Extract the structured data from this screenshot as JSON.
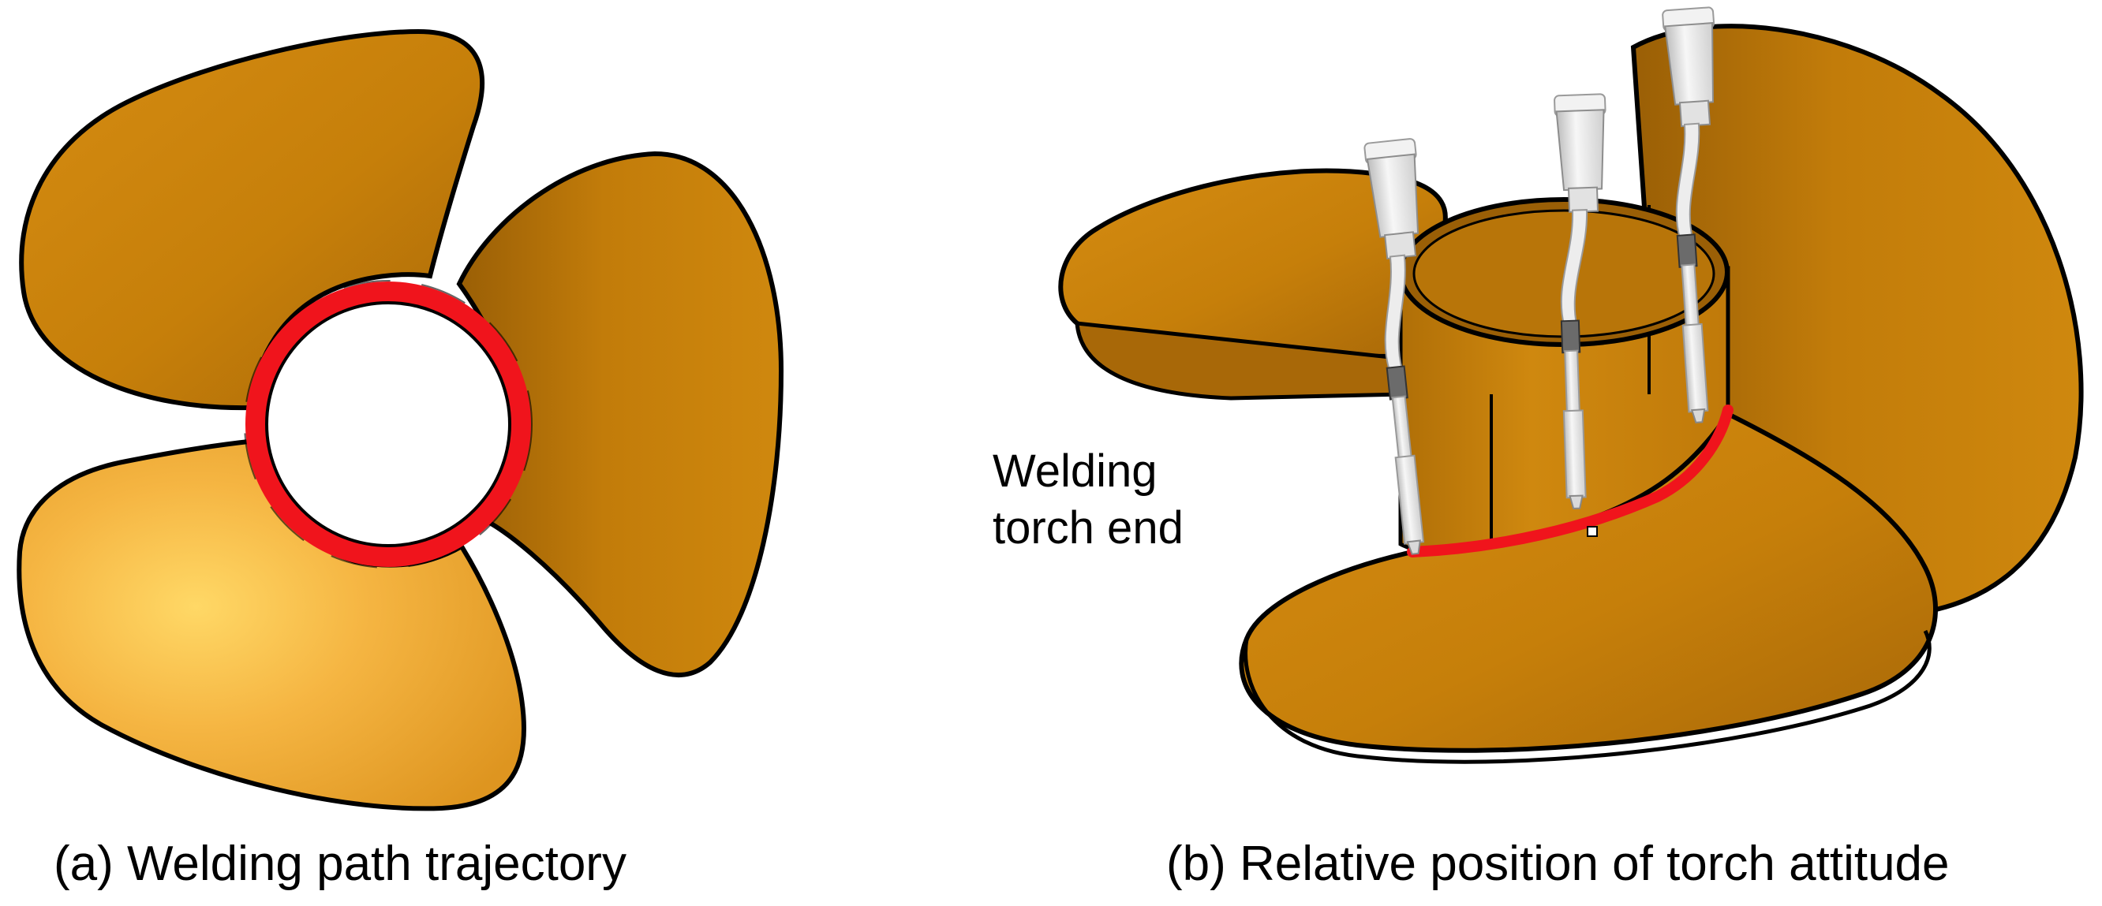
{
  "panels": [
    {
      "caption": "(a) Welding path trajectory"
    },
    {
      "caption": "(b) Relative position of torch attitude",
      "callout": [
        "Welding",
        "torch end"
      ]
    }
  ],
  "colors": {
    "blade": "#c67f0a",
    "blade_light": "#f6c04c",
    "blade_dark": "#955c05",
    "weld_path": "#f0141c",
    "torch": "#ececec",
    "outline": "#000000"
  },
  "icons": [
    "propeller-blade",
    "hub-cylinder",
    "welding-torch",
    "weld-seam"
  ]
}
